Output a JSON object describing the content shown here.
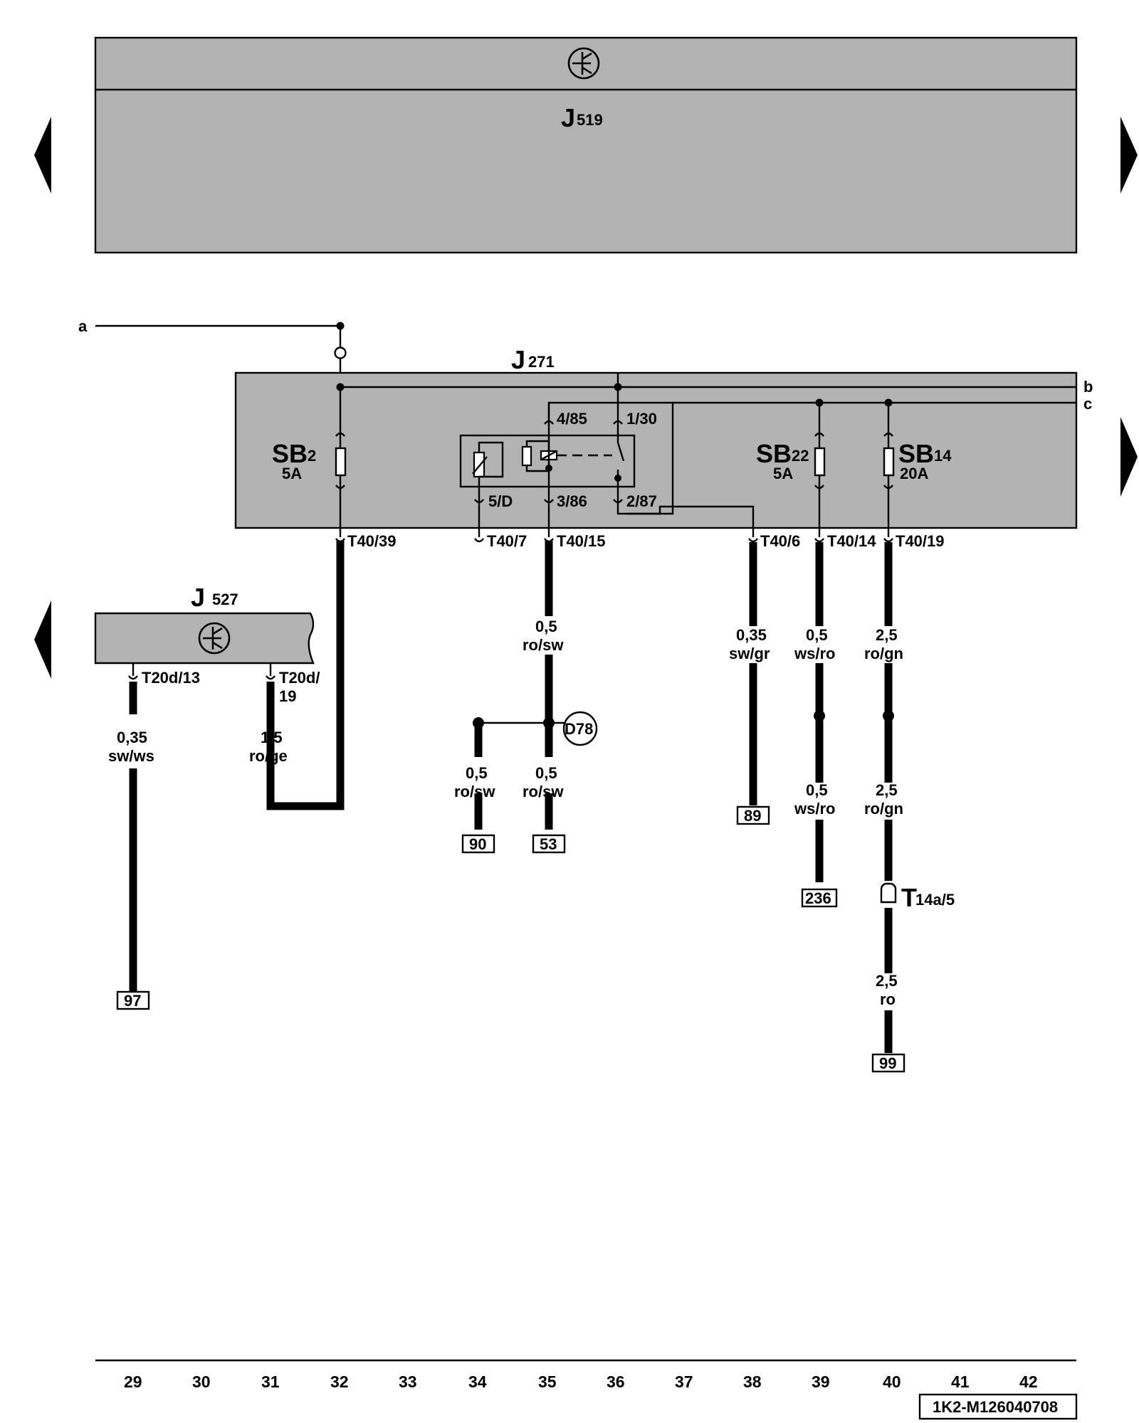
{
  "modules": {
    "j519": {
      "letter": "J",
      "num": "519"
    },
    "j271": {
      "letter": "J",
      "num": "271"
    },
    "j527": {
      "letter": "J",
      "num": "527"
    }
  },
  "lines": {
    "a": "a",
    "b": "b",
    "c": "c"
  },
  "fuses": {
    "sb2": {
      "name": "SB",
      "num": "2",
      "rating": "5A"
    },
    "sb22": {
      "name": "SB",
      "num": "22",
      "rating": "5A"
    },
    "sb14": {
      "name": "SB",
      "num": "14",
      "rating": "20A"
    }
  },
  "relay_pins": {
    "p4_85": "4/85",
    "p1_30": "1/30",
    "p5_d": "5/D",
    "p3_86": "3/86",
    "p2_87": "2/87"
  },
  "connectors": {
    "t40_39": "T40/39",
    "t40_7": "T40/7",
    "t40_15": "T40/15",
    "t40_6": "T40/6",
    "t40_14": "T40/14",
    "t40_19": "T40/19",
    "t20d_13": "T20d/13",
    "t20d_19_a": "T20d/",
    "t20d_19_b": "19",
    "t14a_letter": "T",
    "t14a_sub": "14a/5"
  },
  "ground_point": "D78",
  "wires": [
    {
      "id": "w35a",
      "size": "0,5",
      "color": "ro/sw"
    },
    {
      "id": "w35b",
      "size": "0,5",
      "color": "ro/sw"
    },
    {
      "id": "w34",
      "size": "0,5",
      "color": "ro/sw"
    },
    {
      "id": "w38",
      "size": "0,35",
      "color": "sw/gr"
    },
    {
      "id": "w39a",
      "size": "0,5",
      "color": "ws/ro"
    },
    {
      "id": "w39b",
      "size": "0,5",
      "color": "ws/ro"
    },
    {
      "id": "w40a",
      "size": "2,5",
      "color": "ro/gn"
    },
    {
      "id": "w40b",
      "size": "2,5",
      "color": "ro/gn"
    },
    {
      "id": "w40c",
      "size": "2,5",
      "color": "ro"
    },
    {
      "id": "w29",
      "size": "0,35",
      "color": "sw/ws"
    },
    {
      "id": "w31",
      "size": "1,5",
      "color": "ro/ge"
    }
  ],
  "references": [
    "97",
    "90",
    "53",
    "89",
    "236",
    "99"
  ],
  "columns": [
    "29",
    "30",
    "31",
    "32",
    "33",
    "34",
    "35",
    "36",
    "37",
    "38",
    "39",
    "40",
    "41",
    "42"
  ],
  "drawing_id": "1K2-M126040708",
  "colors": {
    "module_fill": "#b3b3b3",
    "line": "#000000"
  }
}
